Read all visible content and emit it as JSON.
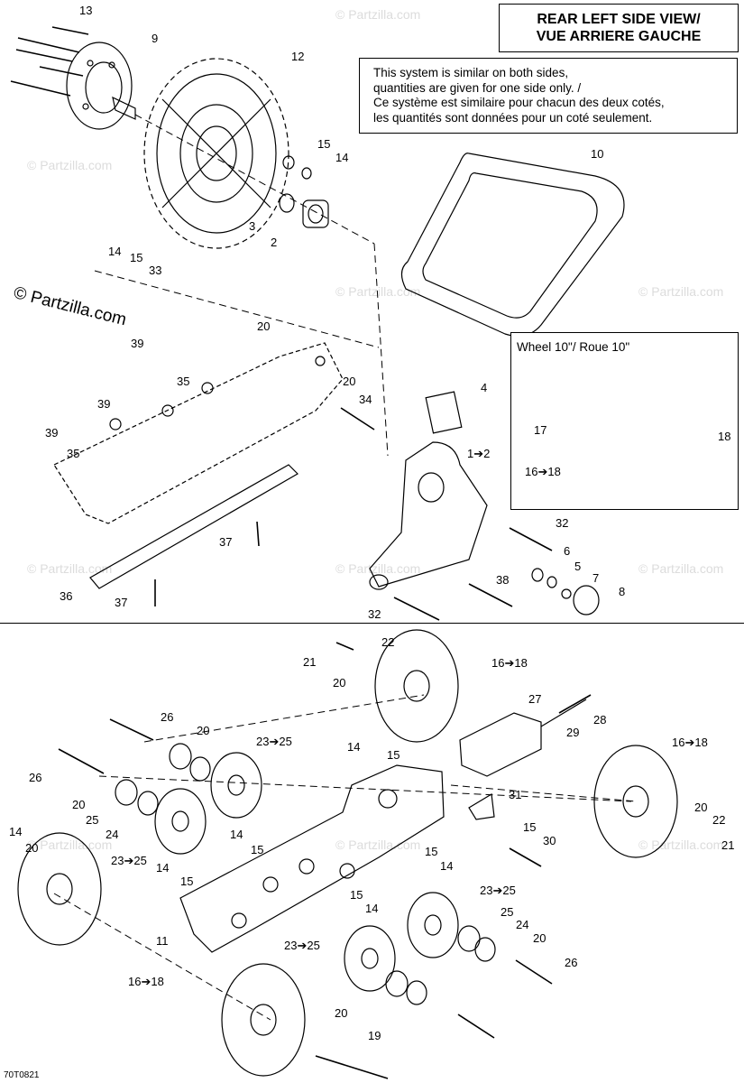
{
  "title": {
    "line1": "REAR LEFT SIDE VIEW/",
    "line2": "VUE ARRIERE GAUCHE"
  },
  "note": {
    "line1": "This system is similar on both sides,",
    "line2": "quantities are given for one side only. /",
    "line3": "Ce système est similaire pour chacun des deux cotés,",
    "line4": "les quantités sont données pour un coté seulement."
  },
  "wheel_box_title": "Wheel 10\"/ Roue 10\"",
  "brand": "© Partzilla.com",
  "watermark": "© Partzilla.com",
  "diagram_code": "70T0821",
  "callouts": [
    {
      "text": "13"
    },
    {
      "text": "9"
    },
    {
      "text": "12"
    },
    {
      "text": "15"
    },
    {
      "text": "14"
    },
    {
      "text": "3"
    },
    {
      "text": "2"
    },
    {
      "text": "10"
    },
    {
      "text": "14"
    },
    {
      "text": "15"
    },
    {
      "text": "33"
    },
    {
      "text": "39"
    },
    {
      "text": "20"
    },
    {
      "text": "35"
    },
    {
      "text": "20"
    },
    {
      "text": "39"
    },
    {
      "text": "34"
    },
    {
      "text": "4"
    },
    {
      "text": "39"
    },
    {
      "text": "35"
    },
    {
      "text": "1➔2"
    },
    {
      "text": "17"
    },
    {
      "text": "18"
    },
    {
      "text": "16➔18"
    },
    {
      "text": "32"
    },
    {
      "text": "37"
    },
    {
      "text": "6"
    },
    {
      "text": "5"
    },
    {
      "text": "7"
    },
    {
      "text": "38"
    },
    {
      "text": "36"
    },
    {
      "text": "8"
    },
    {
      "text": "37"
    },
    {
      "text": "32"
    },
    {
      "text": "21"
    },
    {
      "text": "22"
    },
    {
      "text": "20"
    },
    {
      "text": "16➔18"
    },
    {
      "text": "26"
    },
    {
      "text": "20"
    },
    {
      "text": "27"
    },
    {
      "text": "28"
    },
    {
      "text": "29"
    },
    {
      "text": "23➔25"
    },
    {
      "text": "14"
    },
    {
      "text": "15"
    },
    {
      "text": "16➔18"
    },
    {
      "text": "26"
    },
    {
      "text": "20"
    },
    {
      "text": "25"
    },
    {
      "text": "24"
    },
    {
      "text": "31"
    },
    {
      "text": "14"
    },
    {
      "text": "20"
    },
    {
      "text": "22"
    },
    {
      "text": "14"
    },
    {
      "text": "15"
    },
    {
      "text": "30"
    },
    {
      "text": "20"
    },
    {
      "text": "23➔25"
    },
    {
      "text": "15"
    },
    {
      "text": "21"
    },
    {
      "text": "14"
    },
    {
      "text": "14"
    },
    {
      "text": "15"
    },
    {
      "text": "15"
    },
    {
      "text": "23➔25"
    },
    {
      "text": "15"
    },
    {
      "text": "14"
    },
    {
      "text": "25"
    },
    {
      "text": "11"
    },
    {
      "text": "24"
    },
    {
      "text": "23➔25"
    },
    {
      "text": "20"
    },
    {
      "text": "26"
    },
    {
      "text": "16➔18"
    },
    {
      "text": "20"
    },
    {
      "text": "19"
    }
  ]
}
